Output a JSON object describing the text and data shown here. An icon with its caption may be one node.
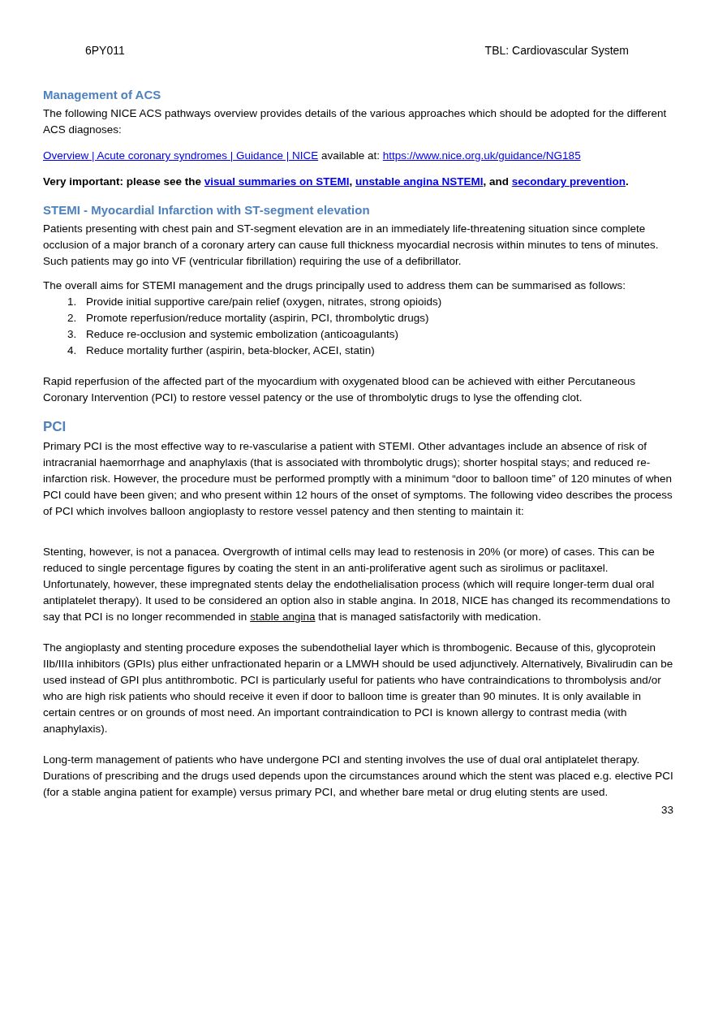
{
  "diagram": {
    "labels": [
      "6PY011",
      "TBL: Cardiovascular System",
      "Management of ACS",
      "The following NICE ACS pathways overview provides details of the various approaches which should be adopted for the different ACS diagnoses:",
      "Overview | Acute coronary syndromes | Guidance | NICE",
      "available at:",
      "https://www.nice.org.uk/guidance/NG185",
      "Very important: please see the",
      "visual summaries on STEMI",
      ",",
      "unstable angina NSTEMI",
      ", and",
      "secondary prevention",
      ".",
      "STEMI - Myocardial Infarction with ST-segment elevation",
      "Patients presenting with chest pain and ST-segment elevation are in an immediately life-threatening situation since complete occlusion of a major branch of a coronary artery can cause full thickness myocardial necrosis within minutes to tens of minutes. Such patients may go into VF (ventricular fibrillation) requiring the use of a defibrillator.",
      "The overall aims for STEMI management and the drugs principally used to address them can be summarised as follows:",
      "1.",
      "Provide initial supportive care/pain relief (oxygen, nitrates, strong opioids)",
      "2.",
      "Promote reperfusion/reduce mortality (aspirin, PCI, thrombolytic drugs)",
      "3.",
      "Reduce re-occlusion and systemic embolization (anticoagulants)",
      "4.",
      "Reduce mortality further (aspirin, beta-blocker, ACEI, statin)",
      "Rapid reperfusion of the affected part of the myocardium with oxygenated blood can be achieved with either Percutaneous Coronary Intervention (PCI) to restore vessel patency or the use of thrombolytic drugs to lyse the offending clot.",
      "PCI",
      "Primary PCI is the most effective way to re-vascularise a patient with STEMI. Other advantages include an absence of risk of intracranial haemorrhage and anaphylaxis (that is associated with thrombolytic drugs); shorter hospital stays; and reduced re-infarction risk. However, the procedure must be performed promptly with a minimum “door to balloon time” of 120 minutes of when PCI could have been given; and who present within 12 hours of the onset of symptoms. The following video describes the process of PCI which involves balloon angioplasty to restore vessel patency and then stenting to maintain it:",
      "Stenting, however, is not a panacea. Overgrowth of intimal cells may lead to restenosis in 20% (or more) of cases. This can be reduced to single percentage figures by coating the stent in an anti-proliferative agent such as sirolimus or paclitaxel. Unfortunately, however, these impregnated stents delay the endothelialisation process (which will require longer-term dual oral antiplatelet therapy). It used to be considered an option also in stable angina. In 2018, NICE has changed its recommendations to say that PCI is no longer recommended in",
      "stable angina",
      "that is managed satisfactorily with medication.",
      "The angioplasty and stenting procedure exposes the subendothelial layer which is thrombogenic. Because of this, glycoprotein IIb/IIIa inhibitors (GPIs) plus either unfractionated heparin or a LMWH should be used adjunctively. Alternatively, Bivalirudin can be used instead of GPI plus antithrombotic. PCI is particularly useful for patients who have contraindications to thrombolysis and/or who are high risk patients who should receive it even if door to balloon time is greater than 90 minutes. It is only available in certain centres or on grounds of most need. An important contraindication to PCI is known allergy to contrast media (with anaphylaxis).",
      "Long-term management of patients who have undergone PCI and stenting involves the use of dual oral antiplatelet therapy. Durations of prescribing and the drugs used depends upon the circumstances around which the stent was placed e.g. elective PCI (for a stable angina patient for example) versus primary PCI, and whether bare metal or drug eluting stents are used.",
      "33"
    ]
  }
}
